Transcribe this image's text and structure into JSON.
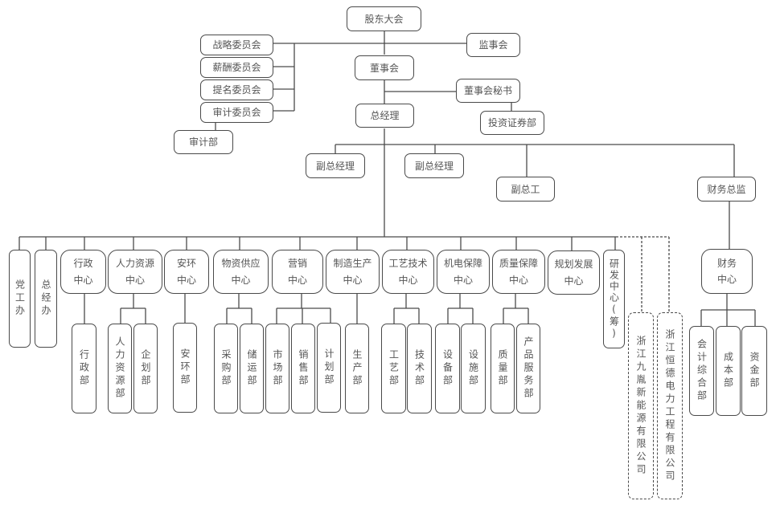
{
  "title": "公司组织架构图",
  "nodes": {
    "shareholders": "股东大会",
    "supervisors": "监事会",
    "board": "董事会",
    "board_secretary": "董事会秘书",
    "investment_securities": "投资证券部",
    "general_manager": "总经理",
    "committees": [
      "战略委员会",
      "薪酬委员会",
      "提名委员会",
      "审计委员会"
    ],
    "audit_dept": "审计部",
    "deputy_gm_1": "副总经理",
    "deputy_gm_2": "副总经理",
    "deputy_chief_engineer": "副总工",
    "cfo": "财务总监",
    "party_office": "党工办",
    "gm_office": "总经办",
    "admin_center": "行政\n中心",
    "admin_dept": "行政部",
    "hr_center": "人力资源\n中心",
    "hr_dept": "人力资源部",
    "planning_dept": "企划部",
    "safety_env_center": "安环\n中心",
    "safety_env_dept": "安环部",
    "supply_center": "物资供应\n中心",
    "purchase_dept": "采购部",
    "storage_dept": "储运部",
    "marketing_center": "营销\n中心",
    "market_dept": "市场部",
    "sales_dept": "销售部",
    "plan_dept": "计划部",
    "manufacturing_center": "制造生产\n中心",
    "production_dept": "生产部",
    "tech_center": "工艺技术\n中心",
    "process_dept": "工艺部",
    "technology_dept": "技术部",
    "mech_center": "机电保障\n中心",
    "equipment_dept": "设备部",
    "facility_dept": "设施部",
    "quality_center": "质量保障\n中心",
    "quality_dept": "质量部",
    "product_service_dept": "产品服务部",
    "development_center": "规划发展\n中心",
    "rd_center": "研发中心(筹)",
    "subsidiary_1": "浙江九胤新能源有限公司",
    "subsidiary_2": "浙江恒德电力工程有限公司",
    "finance_center": "财务\n中心",
    "accounting_dept": "会计综合部",
    "cost_dept": "成本部",
    "funds_dept": "资金部"
  }
}
